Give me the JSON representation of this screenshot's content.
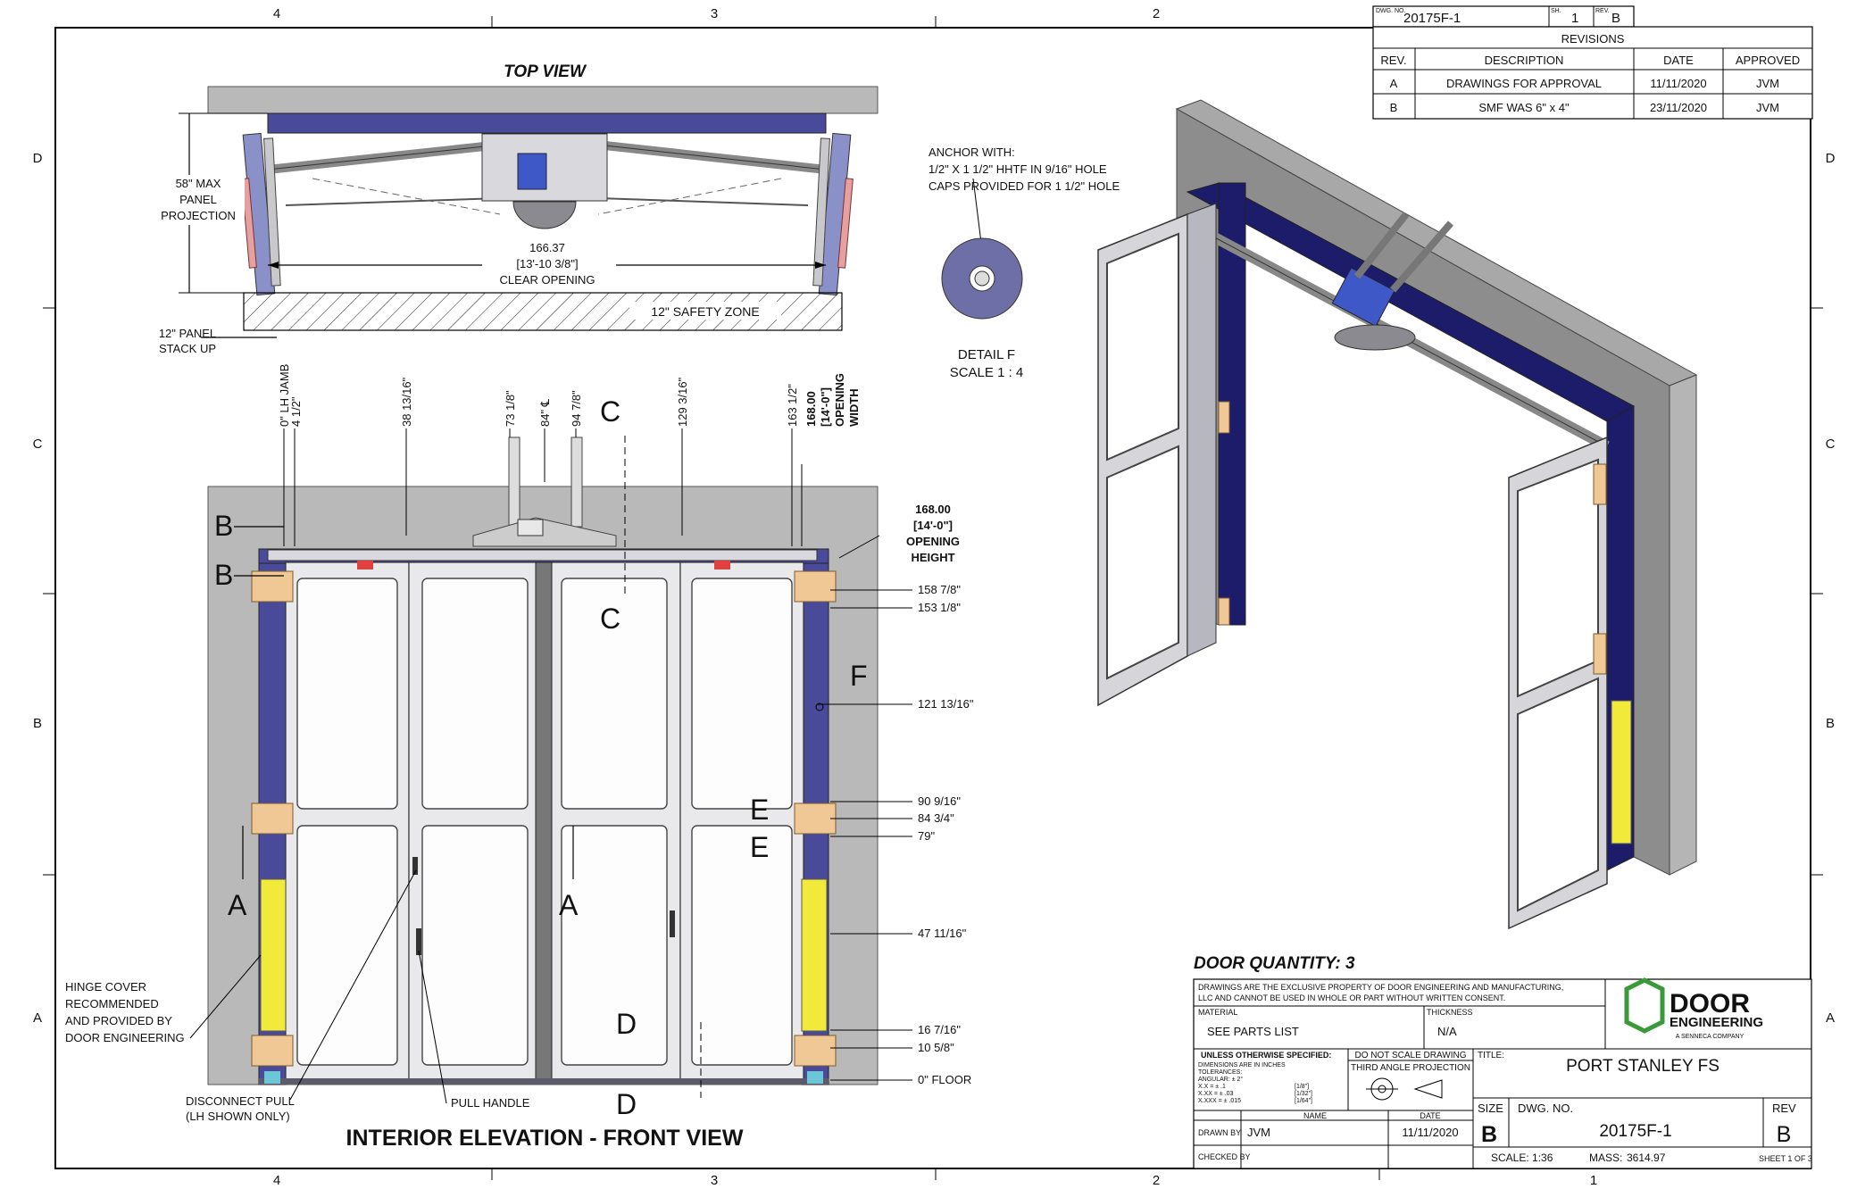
{
  "border": {
    "columns_top": [
      "4",
      "3",
      "2"
    ],
    "columns_bottom": [
      "4",
      "3",
      "2",
      "1"
    ],
    "rows": [
      "D",
      "C",
      "B",
      "A"
    ]
  },
  "top_view": {
    "title": "TOP VIEW",
    "panel_projection": [
      "58\" MAX",
      "PANEL",
      "PROJECTION"
    ],
    "clear_opening": [
      "166.37",
      "[13'-10 3/8\"]",
      "CLEAR OPENING"
    ],
    "safety_zone": "12\" SAFETY ZONE",
    "stack_up": [
      "12\" PANEL",
      "STACK UP"
    ]
  },
  "detail_f": {
    "anchor_note": [
      "ANCHOR WITH:",
      "1/2\" X 1 1/2\" HHTF IN 9/16\" HOLE",
      "CAPS PROVIDED FOR 1 1/2\" HOLE"
    ],
    "title": "DETAIL F",
    "scale": "SCALE 1 : 4"
  },
  "elevation": {
    "title": "INTERIOR ELEVATION - FRONT VIEW",
    "top_dims": [
      "0\" LH JAMB",
      "4 1/2\"",
      "38 13/16\"",
      "73 1/8\"",
      "84\" ℄",
      "94 7/8\"",
      "129 3/16\"",
      "163 1/2\""
    ],
    "opening_width": [
      "168.00",
      "[14'-0\"]",
      "OPENING",
      "WIDTH"
    ],
    "opening_height": [
      "168.00",
      "[14'-0\"]",
      "OPENING",
      "HEIGHT"
    ],
    "right_dims": [
      "158 7/8\"",
      "153 1/8\"",
      "121 13/16\"",
      "90 9/16\"",
      "84 3/4\"",
      "79\"",
      "47 11/16\"",
      "16 7/16\"",
      "10 5/8\"",
      "0\" FLOOR"
    ],
    "section_marks": [
      "B",
      "B",
      "C",
      "C",
      "F",
      "E",
      "E",
      "A",
      "A",
      "D",
      "D"
    ],
    "hinge_note": [
      "HINGE COVER",
      "RECOMMENDED",
      "AND PROVIDED BY",
      "DOOR ENGINEERING"
    ],
    "disconnect_note": [
      "DISCONNECT PULL",
      "(LH SHOWN ONLY)"
    ],
    "pull_handle": "PULL HANDLE"
  },
  "revisions": {
    "dwg_no_label": "DWG. NO.",
    "dwg_no": "20175F-1",
    "sh_label": "SH.",
    "sh": "1",
    "rev_label": "REV.",
    "rev": "B",
    "title": "REVISIONS",
    "headers": [
      "REV.",
      "DESCRIPTION",
      "DATE",
      "APPROVED"
    ],
    "rows": [
      [
        "A",
        "DRAWINGS FOR APPROVAL",
        "11/11/2020",
        "JVM"
      ],
      [
        "B",
        "SMF WAS 6\" x 4\"",
        "23/11/2020",
        "JVM"
      ]
    ]
  },
  "title_block": {
    "door_quantity": "DOOR QUANTITY: 3",
    "property_notice": [
      "DRAWINGS ARE THE EXCLUSIVE PROPERTY OF DOOR ENGINEERING AND MANUFACTURING,",
      "LLC AND CANNOT BE USED IN WHOLE OR PART WITHOUT WRITTEN CONSENT."
    ],
    "material_label": "MATERIAL",
    "material": "SEE PARTS LIST",
    "thickness_label": "THICKNESS",
    "thickness": "N/A",
    "logo_line1": "DOOR",
    "logo_line2": "ENGINEERING",
    "logo_tag": "A SENNECA COMPANY",
    "unless": "UNLESS OTHERWISE SPECIFIED:",
    "tolerances": [
      "DIMENSIONS ARE IN INCHES",
      "TOLERANCES:",
      "ANGULAR: ± 2°",
      "X.X = ± .1",
      "X.XX = ± .03",
      "X.XXX = ± .015"
    ],
    "fractions": [
      "[1/8\"]",
      "[1/32\"]",
      "[1/64\"]"
    ],
    "do_not_scale": "DO NOT SCALE DRAWING",
    "projection": "THIRD ANGLE PROJECTION",
    "title_label": "TITLE:",
    "title": "PORT STANLEY FS",
    "name_label": "NAME",
    "date_label": "DATE",
    "drawn_by_label": "DRAWN BY",
    "drawn_by": "JVM",
    "drawn_date": "11/11/2020",
    "checked_by_label": "CHECKED BY",
    "size_label": "SIZE",
    "size": "B",
    "dwg_label": "DWG.  NO.",
    "dwg_no": "20175F-1",
    "rev_label": "REV",
    "rev": "B",
    "scale": "SCALE: 1:36",
    "mass_label": "MASS:",
    "mass": "3614.97",
    "sheet": "SHEET 1 OF 3"
  },
  "colors": {
    "jamb": "#4a4a9a",
    "hinge": "#f0c895",
    "hinge_cover": "#f2ea3a",
    "concrete": "#b9b9b9"
  }
}
